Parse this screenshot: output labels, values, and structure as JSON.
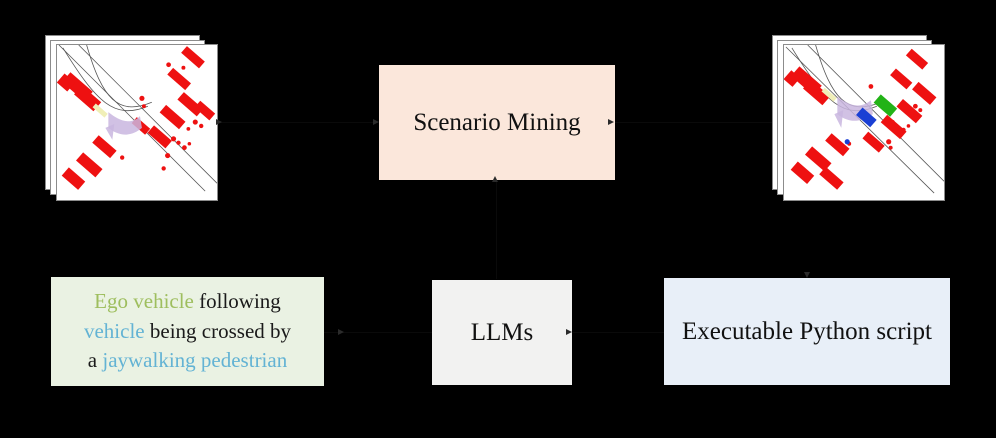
{
  "figure": {
    "background_color": "#000000",
    "type": "pipeline-diagram"
  },
  "nodes": {
    "scenario_mining": {
      "label": "Scenario Mining",
      "fill_color": "#FBE7DB"
    },
    "llms": {
      "label": "LLMs",
      "fill_color": "#F2F2F1"
    },
    "python_script": {
      "label": "Executable Python script",
      "fill_color": "#E8EFF8"
    },
    "query": {
      "fill_color": "#EAF2E3",
      "accent_green": "#9EBE5E",
      "accent_blue": "#63B3D4",
      "accent_dark": "#1A1A1A",
      "full_text": "Ego vehicle following vehicle being crossed by a jaywalking pedestrian",
      "lines": [
        [
          {
            "text": "Ego vehicle",
            "color": "green"
          },
          {
            "text": " following",
            "color": "dark"
          }
        ],
        [
          {
            "text": "vehicle",
            "color": "blue"
          },
          {
            "text": " being crossed by",
            "color": "dark"
          }
        ],
        [
          {
            "text": "a ",
            "color": "dark"
          },
          {
            "text": "jaywalking pedestrian",
            "color": "blue"
          }
        ]
      ]
    },
    "input_scenes": {
      "name": "input-driving-scene-stack",
      "card_count": 3,
      "highlight_colors": []
    },
    "output_scenes": {
      "name": "output-driving-scene-stack",
      "card_count": 3,
      "highlight_colors": [
        "#1A3FD4",
        "#22B317"
      ]
    }
  },
  "edges": [
    {
      "from": "input_scenes",
      "to": "scenario_mining",
      "direction": "right"
    },
    {
      "from": "scenario_mining",
      "to": "output_scenes",
      "direction": "right"
    },
    {
      "from": "query",
      "to": "llms",
      "direction": "right"
    },
    {
      "from": "llms",
      "to": "python_script",
      "direction": "right"
    },
    {
      "from": "python_script",
      "to": "scenario_mining",
      "direction": "up"
    }
  ]
}
